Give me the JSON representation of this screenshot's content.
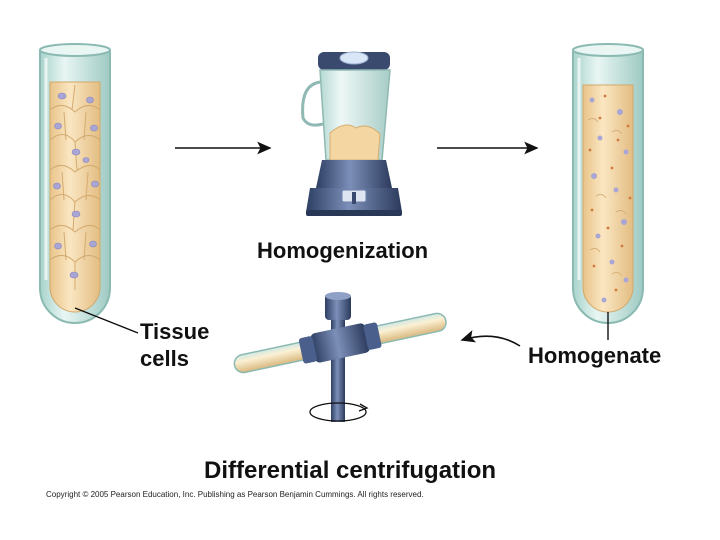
{
  "labels": {
    "homogenization": "Homogenization",
    "tissue_line1": "Tissue",
    "tissue_line2": "cells",
    "homogenate": "Homogenate",
    "differential_centrifugation": "Differential centrifugation"
  },
  "copyright": "Copyright © 2005 Pearson Education, Inc. Publishing as Pearson Benjamin Cummings. All rights reserved.",
  "colors": {
    "glass": "#cfe8e4",
    "tissue": "#f6dcae",
    "cell_nucleus": "#a9a6d6",
    "blender_base": "#4a5f8c",
    "arrow": "#111111"
  },
  "icons": {
    "left_tube": "test-tube-icon",
    "blender": "blender-icon",
    "right_tube": "test-tube-icon",
    "centrifuge": "centrifuge-icon"
  }
}
